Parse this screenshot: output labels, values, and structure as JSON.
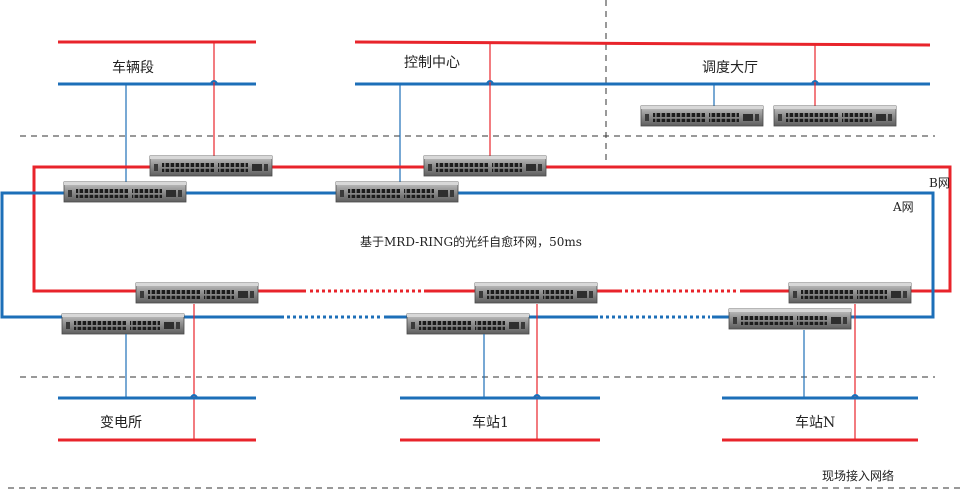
{
  "labels": {
    "depot": "车辆段",
    "control_center": "控制中心",
    "dispatch_hall": "调度大厅",
    "ring_desc": "基于MRD-RING的光纤自愈环网，50ms",
    "b_net": "B网",
    "a_net": "A网",
    "substation": "变电所",
    "station1": "车站1",
    "stationN": "车站N",
    "field_network": "现场接入网络"
  },
  "colors": {
    "red": "#e8242b",
    "blue": "#1d6fb8",
    "dash": "#333333"
  },
  "icons": {
    "switch": "rack-switch-icon"
  }
}
